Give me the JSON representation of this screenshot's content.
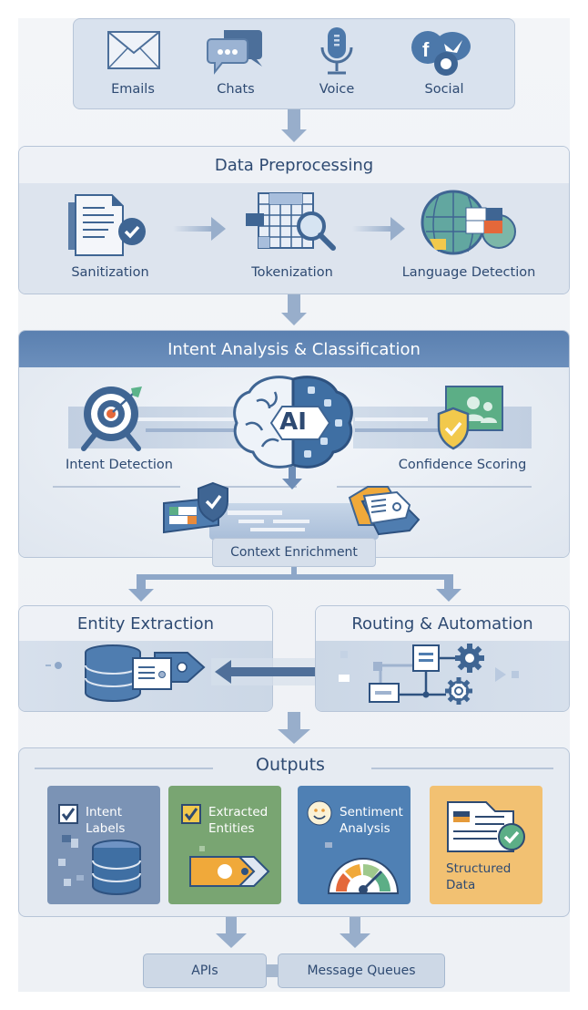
{
  "sources": {
    "items": [
      {
        "label": "Emails",
        "icon": "envelope-icon"
      },
      {
        "label": "Chats",
        "icon": "chat-bubbles-icon"
      },
      {
        "label": "Voice",
        "icon": "microphone-icon"
      },
      {
        "label": "Social",
        "icon": "social-media-icon"
      }
    ]
  },
  "preprocessing": {
    "title": "Data Preprocessing",
    "steps": [
      {
        "label": "Sanitization",
        "icon": "document-check-icon"
      },
      {
        "label": "Tokenization",
        "icon": "grid-magnifier-icon"
      },
      {
        "label": "Language Detection",
        "icon": "globe-icon"
      }
    ]
  },
  "intent": {
    "title": "Intent Analysis & Classification",
    "center_badge": "AI",
    "left": {
      "label": "Intent Detection",
      "icon": "target-icon"
    },
    "right": {
      "label": "Confidence Scoring",
      "icon": "shield-check-icon"
    },
    "context": {
      "label": "Context Enrichment"
    }
  },
  "entity": {
    "title": "Entity Extraction",
    "icon": "database-tag-icon"
  },
  "routing": {
    "title": "Routing & Automation",
    "icon": "workflow-gears-icon"
  },
  "outputs": {
    "title": "Outputs",
    "cards": [
      {
        "label_line1": "Intent",
        "label_line2": "Labels",
        "color": "#7b93b5",
        "icon": "database-icon"
      },
      {
        "label_line1": "Extracted",
        "label_line2": "Entities",
        "color": "#79a572",
        "icon": "tag-icon"
      },
      {
        "label_line1": "Sentiment",
        "label_line2": "Analysis",
        "color": "#4f80b4",
        "icon": "gauge-icon"
      },
      {
        "label_line1": "Structured",
        "label_line2": "Data",
        "color": "#f2c172",
        "icon": "document-check-icon"
      }
    ]
  },
  "sinks": [
    {
      "label": "APIs"
    },
    {
      "label": "Message Queues"
    }
  ],
  "colors": {
    "primary": "#3f6593",
    "header_blue": "#5b82b2",
    "arrow": "#98aecb",
    "panel": "#dde4ee",
    "accent_orange": "#e4683a",
    "accent_yellow": "#f2c94c",
    "accent_green": "#5cb38a"
  }
}
